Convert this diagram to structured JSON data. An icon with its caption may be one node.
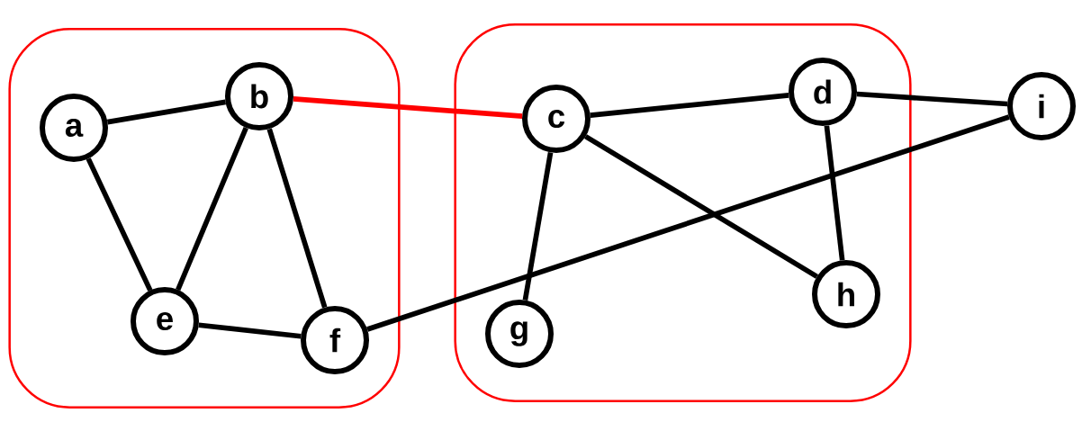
{
  "diagram": {
    "nodes": [
      {
        "text": [],
        "shape": "box"
      },
      {
        "text": [
          "a"
        ],
        "in": 0
      },
      {
        "text": [
          "b"
        ],
        "in": 0
      },
      {
        "text": [
          "e"
        ],
        "in": 0
      },
      {
        "text": [
          "f"
        ],
        "in": 0
      },
      {
        "text": [],
        "shape": "box"
      },
      {
        "text": [
          "c"
        ],
        "in": 5
      },
      {
        "text": [
          "d"
        ],
        "in": 5
      },
      {
        "text": [
          "g"
        ],
        "in": 5
      },
      {
        "text": [
          "h"
        ],
        "in": 5
      },
      {
        "text": [
          "i"
        ]
      }
    ],
    "edges": [
      {
        "from": 1,
        "to": 2,
        "arrow": "none"
      },
      {
        "from": 1,
        "to": 3,
        "arrow": "none"
      },
      {
        "from": 2,
        "to": 3,
        "arrow": "none"
      },
      {
        "from": 2,
        "to": 4,
        "arrow": "none"
      },
      {
        "from": 3,
        "to": 4,
        "arrow": "none"
      },
      {
        "from": 2,
        "to": 6,
        "arrow": "none",
        "color": "#ff0000"
      },
      {
        "from": 6,
        "to": 7,
        "arrow": "none"
      },
      {
        "from": 6,
        "to": 8,
        "arrow": "none"
      },
      {
        "from": 6,
        "to": 9,
        "arrow": "none"
      },
      {
        "from": 7,
        "to": 10,
        "arrow": "none"
      },
      {
        "from": 7,
        "to": 9,
        "arrow": "none"
      },
      {
        "from": 4,
        "to": 10,
        "arrow": "none"
      }
    ]
  }
}
